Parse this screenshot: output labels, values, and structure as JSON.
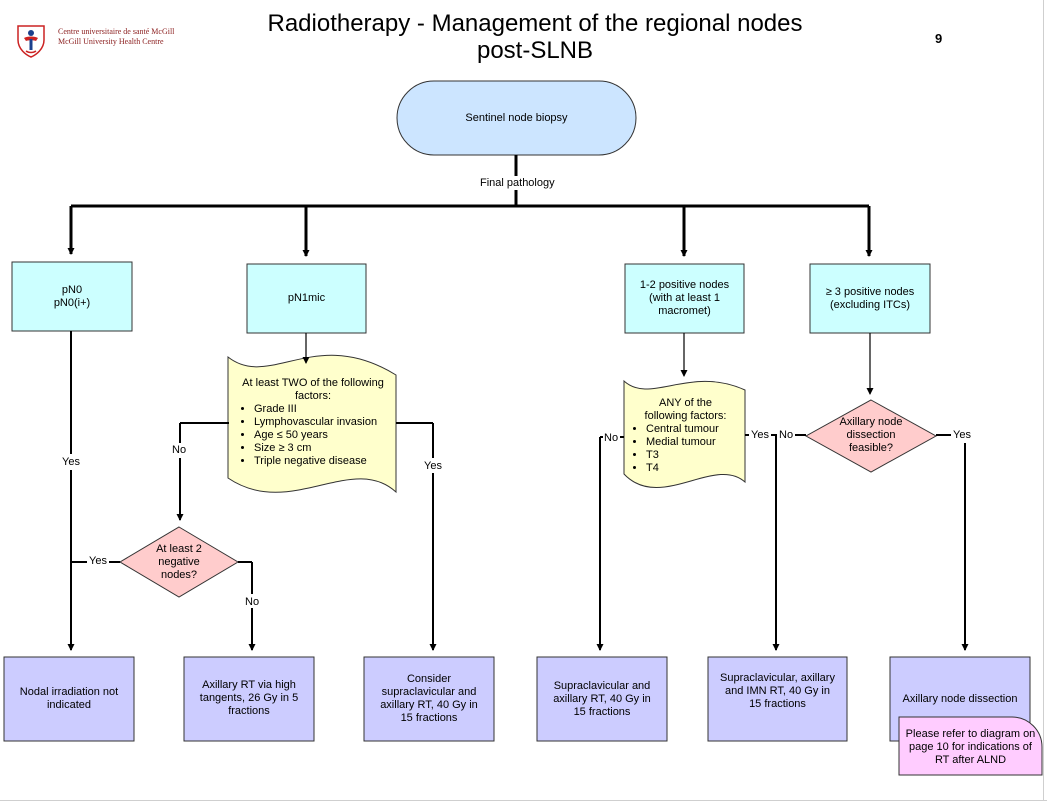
{
  "header": {
    "logo_line1": "Centre universitaire de santé McGill",
    "logo_line2": "McGill University Health Centre",
    "title_line1": "Radiotherapy - Management of the regional nodes",
    "title_line2": "post-SLNB",
    "page_number": "9"
  },
  "colors": {
    "start_fill": "#cce5ff",
    "category_fill": "#ccffff",
    "factors_fill": "#ffffcc",
    "decision_fill": "#ffcccc",
    "outcome_fill": "#ccccff",
    "note_fill": "#ffccff"
  },
  "diagram": {
    "start": "Sentinel node biopsy",
    "split_label": "Final pathology",
    "categories": {
      "pn0": [
        "pN0",
        "pN0(i+)"
      ],
      "pn1mic": "pN1mic",
      "pos12": [
        "1-2 positive nodes",
        "(with at least 1",
        "macromet)"
      ],
      "pos3": [
        "≥ 3 positive nodes",
        "(excluding ITCs)"
      ]
    },
    "factors_two": {
      "heading": [
        "At least TWO of the following",
        "factors:"
      ],
      "items": [
        "Grade III",
        "Lymphovascular invasion",
        "Age ≤ 50 years",
        "Size ≥ 3 cm",
        "Triple negative disease"
      ]
    },
    "factors_any": {
      "heading": [
        "ANY of the",
        "following factors:"
      ],
      "items": [
        "Central tumour",
        "Medial tumour",
        "T3",
        "T4"
      ]
    },
    "decision_neg": [
      "At least 2",
      "negative",
      "nodes?"
    ],
    "decision_axillary": [
      "Axillary node",
      "dissection",
      "feasible?"
    ],
    "labels": {
      "yes": "Yes",
      "no": "No"
    },
    "outcomes": {
      "o1": [
        "Nodal irradiation not",
        "indicated"
      ],
      "o2": [
        "Axillary RT via high",
        "tangents, 26 Gy in 5",
        "fractions"
      ],
      "o3": [
        "Consider",
        "supraclavicular and",
        "axillary RT, 40 Gy in",
        "15 fractions"
      ],
      "o4": [
        "Supraclavicular and",
        "axillary RT, 40 Gy in",
        "15 fractions"
      ],
      "o5": [
        "Supraclavicular, axillary",
        "and IMN RT, 40 Gy in",
        "15 fractions"
      ],
      "o6": "Axillary node dissection"
    },
    "note": [
      "Please refer to diagram on",
      "page 10 for indications of",
      "RT after ALND"
    ]
  }
}
